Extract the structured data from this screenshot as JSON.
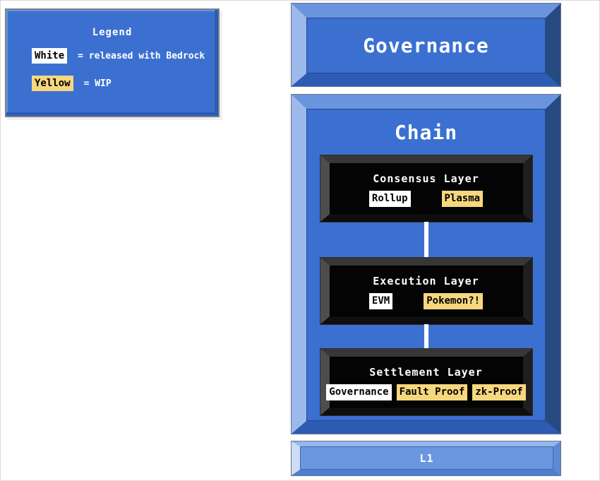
{
  "legend": {
    "title": "Legend",
    "items": [
      {
        "swatch_label": "White",
        "swatch_type": "white",
        "meaning": "= released with Bedrock"
      },
      {
        "swatch_label": "Yellow",
        "swatch_type": "yellow",
        "meaning": "= WIP"
      }
    ]
  },
  "governance": {
    "label": "Governance"
  },
  "chain": {
    "title": "Chain",
    "layers": [
      {
        "title": "Consensus Layer",
        "tags": [
          {
            "label": "Rollup",
            "status": "white"
          },
          {
            "label": "Plasma",
            "status": "yellow"
          }
        ]
      },
      {
        "title": "Execution Layer",
        "tags": [
          {
            "label": "EVM",
            "status": "white"
          },
          {
            "label": "Pokemon?!",
            "status": "yellow"
          }
        ]
      },
      {
        "title": "Settlement Layer",
        "tags": [
          {
            "label": "Governance",
            "status": "white"
          },
          {
            "label": "Fault Proof",
            "status": "yellow"
          },
          {
            "label": "zk-Proof",
            "status": "yellow"
          }
        ]
      }
    ]
  },
  "l1": {
    "label": "L1"
  },
  "colors": {
    "blue": "#3b70d1",
    "blue-top": "#6a95de",
    "blue-left": "#9db9ec",
    "blue-right": "#284a82",
    "blue-bottom": "#2d5cb5",
    "yellow": "#f7d77e",
    "white-swatch": "#ffffff",
    "l1-fill": "#6b96e0",
    "l1-top": "#97b7ec",
    "l1-left": "#ccdcf6",
    "l1-right": "#5d89d4",
    "l1-bottom": "#4d7ecf",
    "connector": "#ffffff"
  }
}
